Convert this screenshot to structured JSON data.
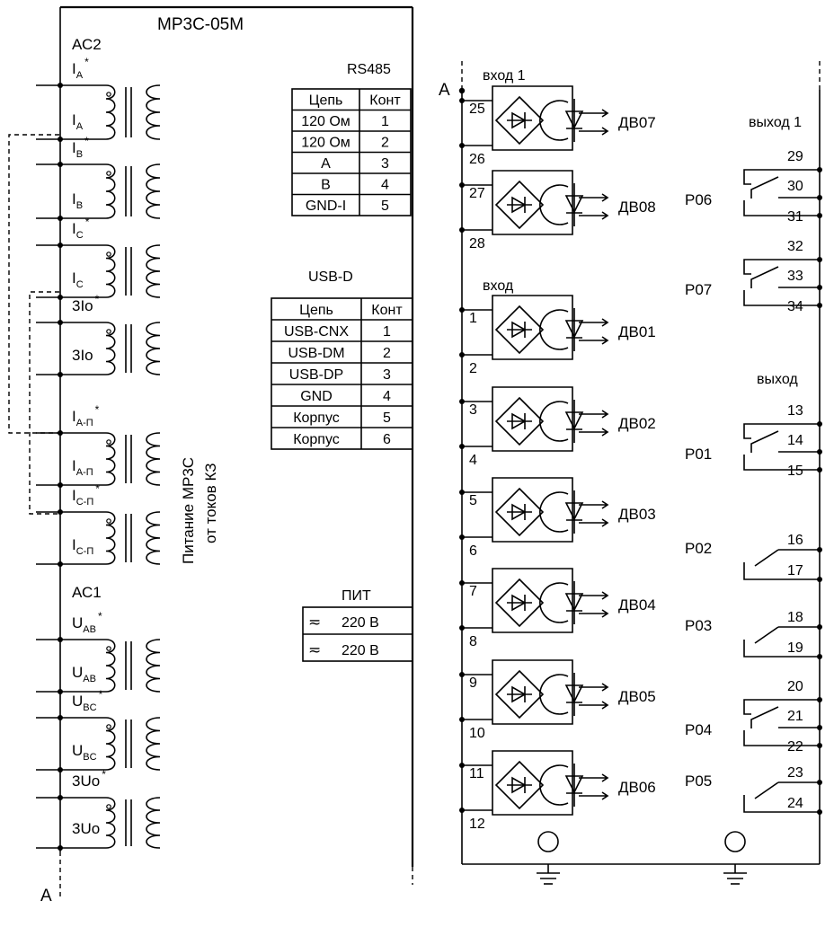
{
  "device_title": "МР3С-05М",
  "left": {
    "ac2": "АС2",
    "ac1": "АС1",
    "current_inputs": [
      {
        "main": "I",
        "sub": "A",
        "star": "*"
      },
      {
        "main": "I",
        "sub": "B",
        "star": "*"
      },
      {
        "main": "I",
        "sub": "C",
        "star": "*"
      },
      {
        "main": "3Io",
        "sub": "",
        "star": "*"
      },
      {
        "main": "I",
        "sub": "А-П",
        "star": "*"
      },
      {
        "main": "I",
        "sub": "С-П",
        "star": "*"
      }
    ],
    "voltage_inputs": [
      {
        "main": "U",
        "sub": "AB",
        "star": "*"
      },
      {
        "main": "U",
        "sub": "BC",
        "star": "*"
      },
      {
        "main": "3Uo",
        "sub": "",
        "star": "*"
      }
    ],
    "power_note_line1": "Питание МР3С",
    "power_note_line2": "от токов КЗ",
    "marker_bottom": "A"
  },
  "rs485": {
    "title": "RS485",
    "headers": [
      "Цепь",
      "Конт"
    ],
    "rows": [
      [
        "120 Ом",
        "1"
      ],
      [
        "120 Ом",
        "2"
      ],
      [
        "A",
        "3"
      ],
      [
        "B",
        "4"
      ],
      [
        "GND-I",
        "5"
      ]
    ]
  },
  "usb": {
    "title": "USB-D",
    "headers": [
      "Цепь",
      "Конт"
    ],
    "rows": [
      [
        "USB-CNX",
        "1"
      ],
      [
        "USB-DM",
        "2"
      ],
      [
        "USB-DP",
        "3"
      ],
      [
        "GND",
        "4"
      ],
      [
        "Корпус",
        "5"
      ],
      [
        "Корпус",
        "6"
      ]
    ]
  },
  "power": {
    "title": "ПИТ",
    "rows": [
      "220 В",
      "220 В"
    ],
    "ac_symbol": "≂"
  },
  "right": {
    "marker_top": "A",
    "input1_label": "вход 1",
    "input_label": "вход",
    "output1_label": "выход 1",
    "output_label": "выход",
    "optocouplers": [
      {
        "name": "ДВ07",
        "top": "25",
        "bottom": "26"
      },
      {
        "name": "ДВ08",
        "top": "27",
        "bottom": "28"
      },
      {
        "name": "ДВ01",
        "top": "1",
        "bottom": "2"
      },
      {
        "name": "ДВ02",
        "top": "3",
        "bottom": "4"
      },
      {
        "name": "ДВ03",
        "top": "5",
        "bottom": "6"
      },
      {
        "name": "ДВ04",
        "top": "7",
        "bottom": "8"
      },
      {
        "name": "ДВ05",
        "top": "9",
        "bottom": "10"
      },
      {
        "name": "ДВ06",
        "top": "11",
        "bottom": "12"
      }
    ],
    "relays": [
      {
        "name": "Р06",
        "terminals": [
          "29",
          "30",
          "31"
        ]
      },
      {
        "name": "Р07",
        "terminals": [
          "32",
          "33",
          "34"
        ]
      },
      {
        "name": "Р01",
        "terminals": [
          "13",
          "14",
          "15"
        ]
      },
      {
        "name": "Р02",
        "terminals": [
          "16",
          "17"
        ]
      },
      {
        "name": "Р03",
        "terminals": [
          "18",
          "19"
        ]
      },
      {
        "name": "Р04",
        "terminals": [
          "20",
          "21",
          "22"
        ]
      },
      {
        "name": "Р05",
        "terminals": [
          "23",
          "24"
        ]
      }
    ]
  }
}
